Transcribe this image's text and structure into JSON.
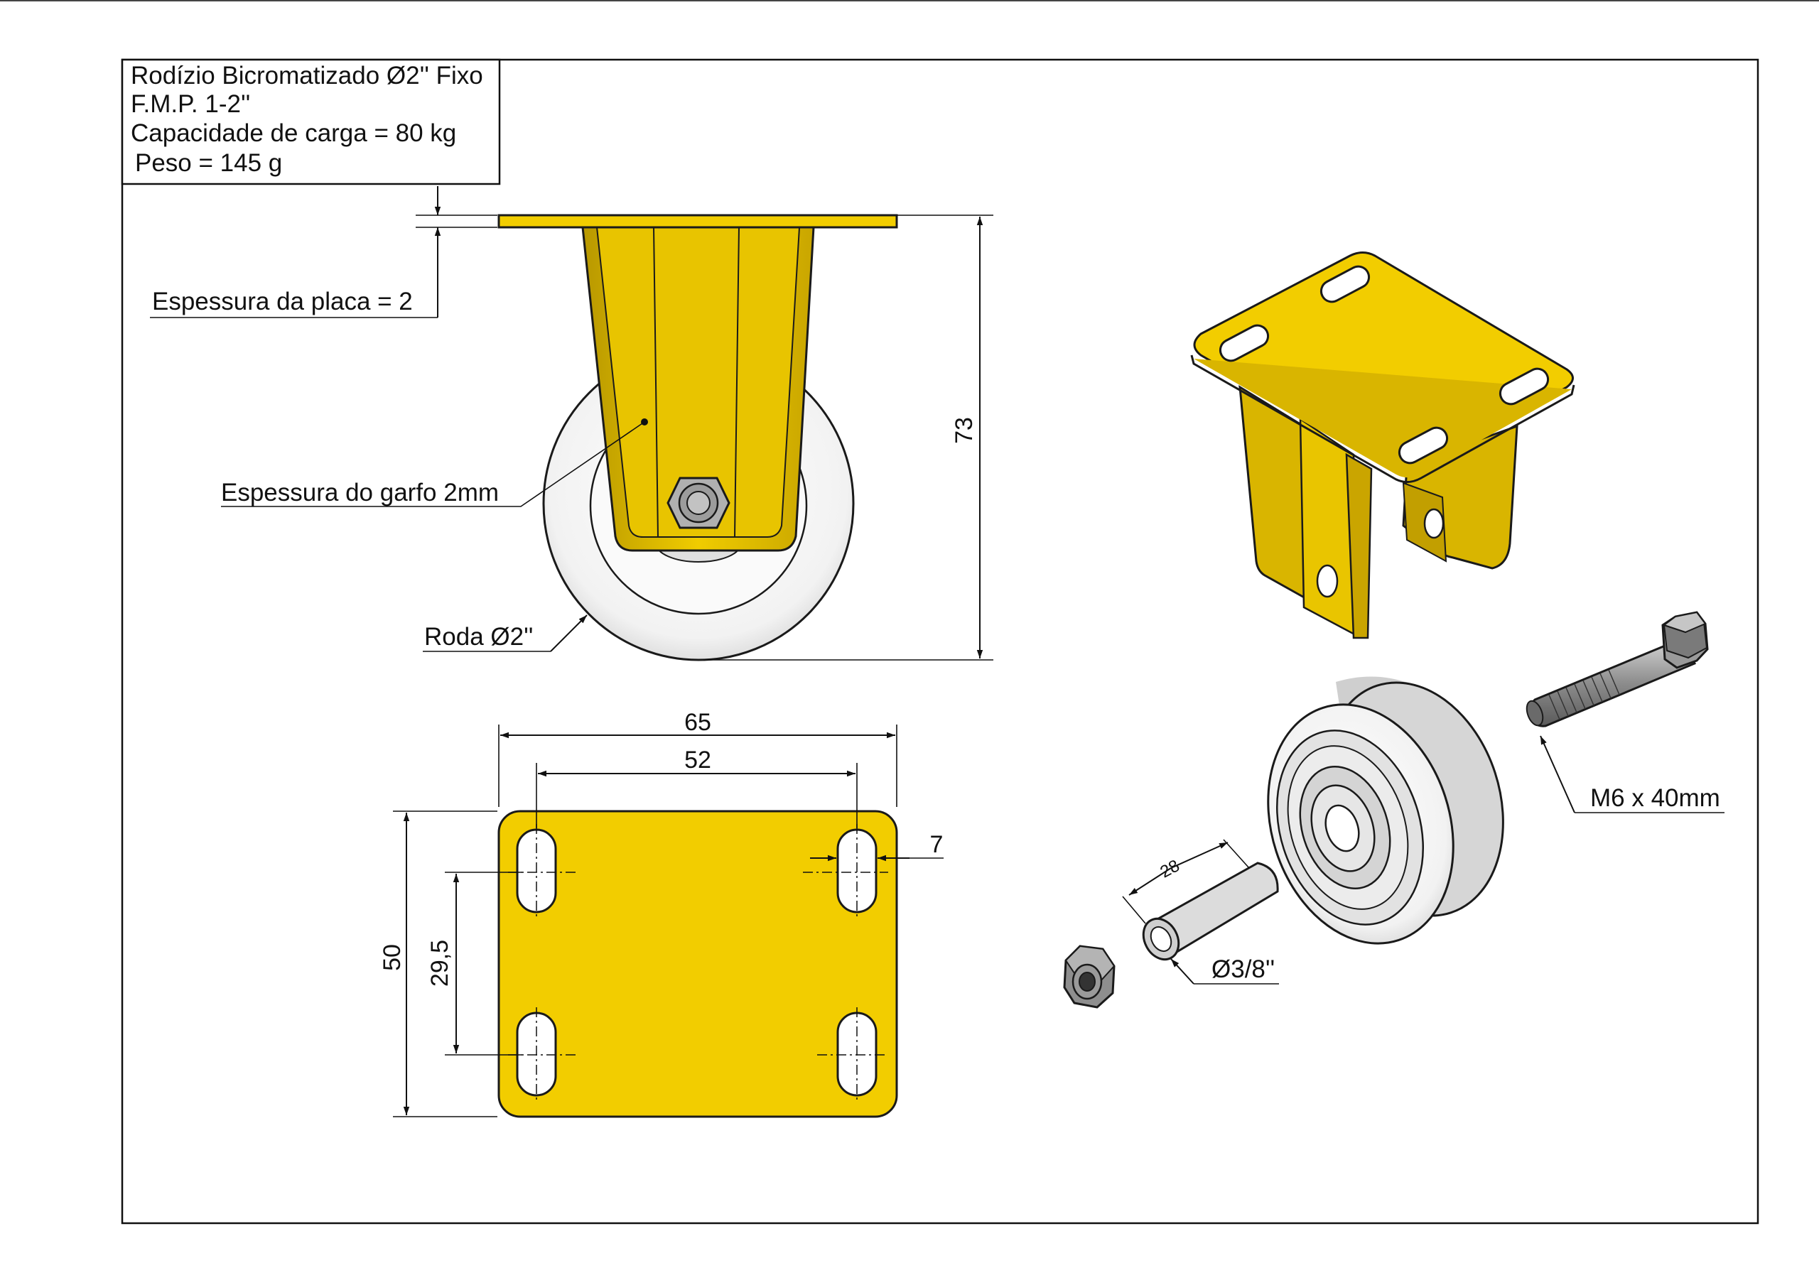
{
  "title_block": {
    "line1": "Rodízio Bicromatizado Ø2'' Fixo",
    "line2": "F.M.P. 1-2''",
    "line3": "Capacidade de carga = 80 kg",
    "line4": "Peso = 145 g"
  },
  "front_view": {
    "plate_thickness_note": "Espessura da placa = 2",
    "fork_thickness_note": "Espessura do garfo 2mm",
    "wheel_note": "Roda Ø2''",
    "height_dim": "73"
  },
  "plate_view": {
    "width_dim": "65",
    "hole_spacing_x": "52",
    "slot_width": "7",
    "height_dim": "50",
    "hole_spacing_y": "29,5"
  },
  "exploded_view": {
    "bolt_note": "M6 x 40mm",
    "bushing_length": "28",
    "bushing_dia": "Ø3/8''"
  },
  "colors": {
    "plate_yellow": "#f2cd00",
    "fork_yellow": "#e3be00",
    "fork_dark": "#b89800",
    "wheel_white": "#f7f7f7",
    "metal_gray": "#a8a8a8"
  }
}
